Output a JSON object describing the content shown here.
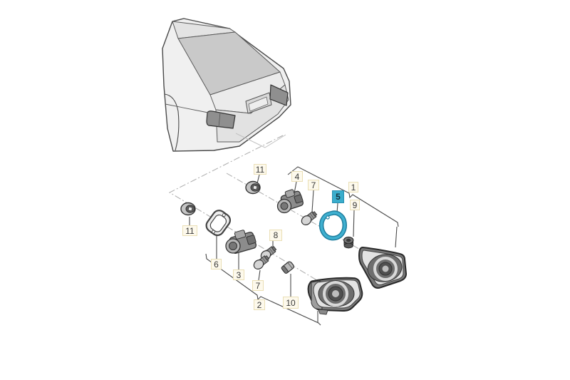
{
  "diagram": {
    "selected_callout": "5",
    "colors": {
      "background": "#ffffff",
      "highlight": "#3aadcc",
      "highlight_part_stroke": "#2fa6c8",
      "callout_bg": "#fdf9ec",
      "callout_border": "#eadfb6",
      "callout_text": "#3a3a3a",
      "line_art": "#4a4a4a",
      "centerline": "#ababab"
    },
    "callouts": [
      {
        "id": "11-upper",
        "label": "11",
        "highlighted": false
      },
      {
        "id": "4",
        "label": "4",
        "highlighted": false
      },
      {
        "id": "7-upper",
        "label": "7",
        "highlighted": false
      },
      {
        "id": "5",
        "label": "5",
        "highlighted": true
      },
      {
        "id": "1",
        "label": "1",
        "highlighted": false
      },
      {
        "id": "9",
        "label": "9",
        "highlighted": false
      },
      {
        "id": "11-lower",
        "label": "11",
        "highlighted": false
      },
      {
        "id": "6",
        "label": "6",
        "highlighted": false
      },
      {
        "id": "3",
        "label": "3",
        "highlighted": false
      },
      {
        "id": "8",
        "label": "8",
        "highlighted": false
      },
      {
        "id": "7-lower",
        "label": "7",
        "highlighted": false
      },
      {
        "id": "2",
        "label": "2",
        "highlighted": false
      },
      {
        "id": "10",
        "label": "10",
        "highlighted": false
      }
    ]
  }
}
